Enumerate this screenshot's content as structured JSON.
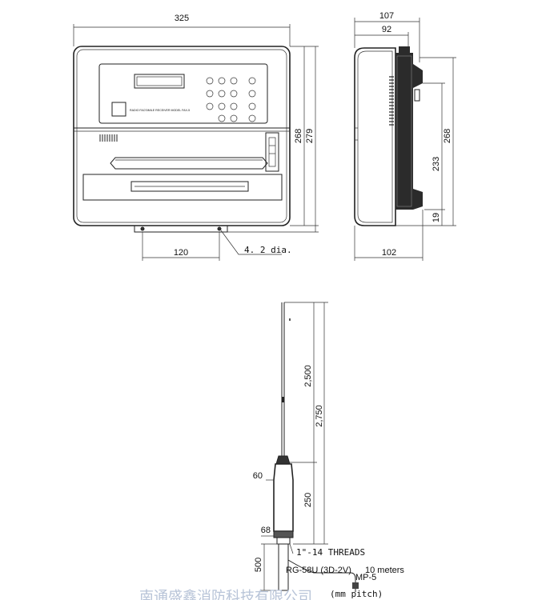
{
  "front_view": {
    "width_dim": "325",
    "height_dim_inner": "268",
    "height_dim_outer": "279",
    "bracket_width_dim": "120",
    "hole_dia_label": "4. 2  dia.",
    "panel_label": "RADIO FACSIMILE RECEIVER  MODEL FAX-5"
  },
  "side_view": {
    "depth_dim_outer": "107",
    "depth_dim_inner": "92",
    "depth_dim_bottom": "102",
    "height_dim_total": "268",
    "height_dim_mid": "233",
    "height_dim_low": "19"
  },
  "antenna": {
    "length_total": "2,750",
    "length_whip": "2,500",
    "length_base": "250",
    "diam_top": "60",
    "diam_bottom": "68",
    "threads": "1\"-14  THREADS",
    "mount_length": "500",
    "cable_label": "RG-58U (3D-2V)",
    "cable_length": "10 meters",
    "connector": "MP-5",
    "pitch_note": "(mm pitch)"
  },
  "watermark": "南通盛鑫消防科技有限公司"
}
